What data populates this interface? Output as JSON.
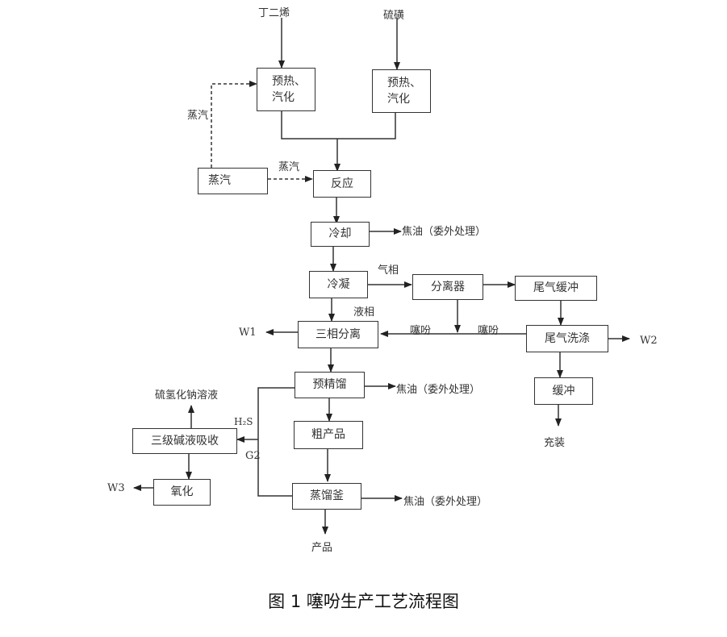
{
  "caption": "图 1  噻吩生产工艺流程图",
  "nodes": {
    "feed_butadiene": "丁二烯",
    "feed_sulfur": "硫磺",
    "preheat_left_line1": "预热、",
    "preheat_left_line2": "汽化",
    "preheat_right_line1": "预热、",
    "preheat_right_line2": "汽化",
    "steam_box": "蒸汽",
    "reaction": "反应",
    "cooling": "冷却",
    "condensation": "冷凝",
    "separator": "分离器",
    "tail_gas_buffer": "尾气缓冲",
    "three_phase_separation": "三相分离",
    "tail_gas_washing": "尾气洗涤",
    "pre_rectification": "预精馏",
    "buffer": "缓冲",
    "crude_product": "粗产品",
    "three_stage_absorption": "三级碱液吸收",
    "oxidation": "氧化",
    "still": "蒸馏釜"
  },
  "labels": {
    "steam_top": "蒸汽",
    "steam_mid": "蒸汽",
    "tar_1": "焦油（委外处理）",
    "tar_2": "焦油（委外处理）",
    "tar_3": "焦油（委外处理）",
    "gas_phase": "气相",
    "liquid_phase": "液相",
    "thiophene_1": "噻吩",
    "thiophene_2": "噻吩",
    "w1": "W1",
    "w2": "W2",
    "w3": "W3",
    "filling": "充装",
    "nahs_solution": "硫氢化钠溶液",
    "h2s": "H₂S",
    "g2": "G2",
    "product": "产品"
  }
}
